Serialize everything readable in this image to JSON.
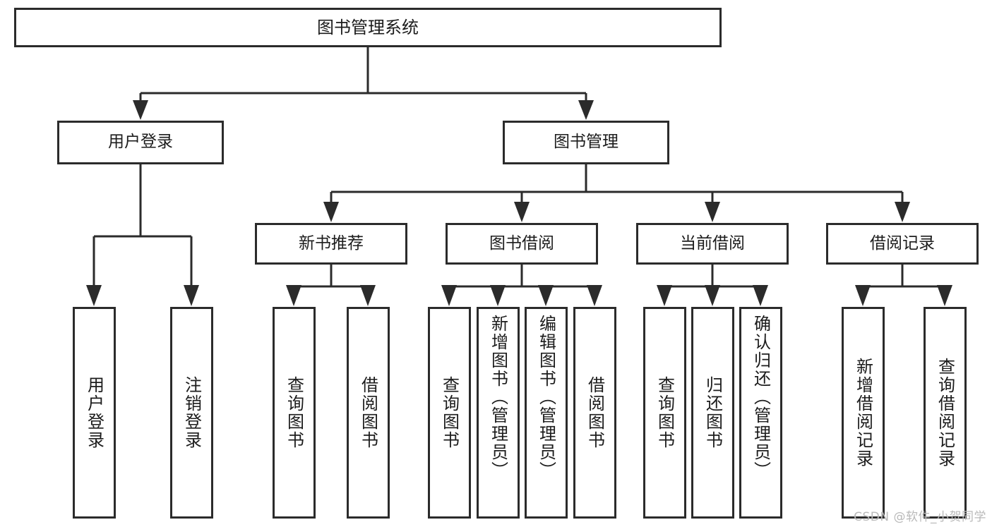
{
  "diagram": {
    "title": "图书管理系统",
    "type": "tree-hierarchy-diagram",
    "root": {
      "label": "图书管理系统"
    },
    "level2": [
      {
        "label": "用户登录"
      },
      {
        "label": "图书管理"
      }
    ],
    "level3": [
      {
        "label": "新书推荐"
      },
      {
        "label": "图书借阅"
      },
      {
        "label": "当前借阅"
      },
      {
        "label": "借阅记录"
      }
    ],
    "leaves": {
      "user_login": [
        {
          "label": "用户登录"
        },
        {
          "label": "注销登录"
        }
      ],
      "new_book_recommend": [
        {
          "label": "查询图书"
        },
        {
          "label": "借阅图书"
        }
      ],
      "book_borrow": [
        {
          "label": "查询图书"
        },
        {
          "label": "新增图书（管理员）"
        },
        {
          "label": "编辑图书（管理员）"
        },
        {
          "label": "借阅图书"
        }
      ],
      "current_borrow": [
        {
          "label": "查询图书"
        },
        {
          "label": "归还图书"
        },
        {
          "label": "确认归还（管理员）"
        }
      ],
      "borrow_record": [
        {
          "label": "新增借阅记录"
        },
        {
          "label": "查询借阅记录"
        }
      ]
    }
  },
  "watermark": {
    "text": "CSDN @软件_小贺同学"
  },
  "colors": {
    "background": "#ffffff",
    "box_fill": "#ffffff",
    "stroke": "#2b2b2b",
    "text": "#1c1c1c",
    "watermark": "#b9b9b9"
  }
}
